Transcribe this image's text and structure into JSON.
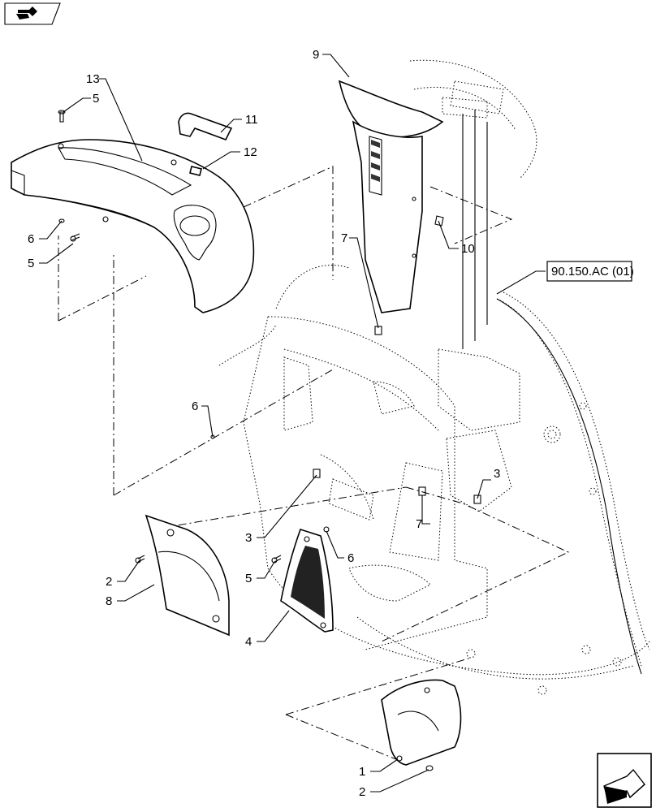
{
  "diagram": {
    "callouts": [
      {
        "id": "c13",
        "text": "13"
      },
      {
        "id": "c5a",
        "text": "5"
      },
      {
        "id": "c11",
        "text": "11"
      },
      {
        "id": "c12",
        "text": "12"
      },
      {
        "id": "c6a",
        "text": "6"
      },
      {
        "id": "c5b",
        "text": "5"
      },
      {
        "id": "c9",
        "text": "9"
      },
      {
        "id": "c10",
        "text": "10"
      },
      {
        "id": "c7a",
        "text": "7"
      },
      {
        "id": "c6b",
        "text": "6"
      },
      {
        "id": "c3a",
        "text": "3"
      },
      {
        "id": "c7b",
        "text": "7"
      },
      {
        "id": "c3b",
        "text": "3"
      },
      {
        "id": "c6c",
        "text": "6"
      },
      {
        "id": "c2a",
        "text": "2"
      },
      {
        "id": "c5c",
        "text": "5"
      },
      {
        "id": "c8",
        "text": "8"
      },
      {
        "id": "c4",
        "text": "4"
      },
      {
        "id": "c1",
        "text": "1"
      },
      {
        "id": "c2b",
        "text": "2"
      }
    ],
    "reference_box": {
      "text": "90.150.AC (01)"
    },
    "icons": {
      "top_left": "book-pointer-icon",
      "bottom_right": "next-page-arrow-icon"
    }
  }
}
